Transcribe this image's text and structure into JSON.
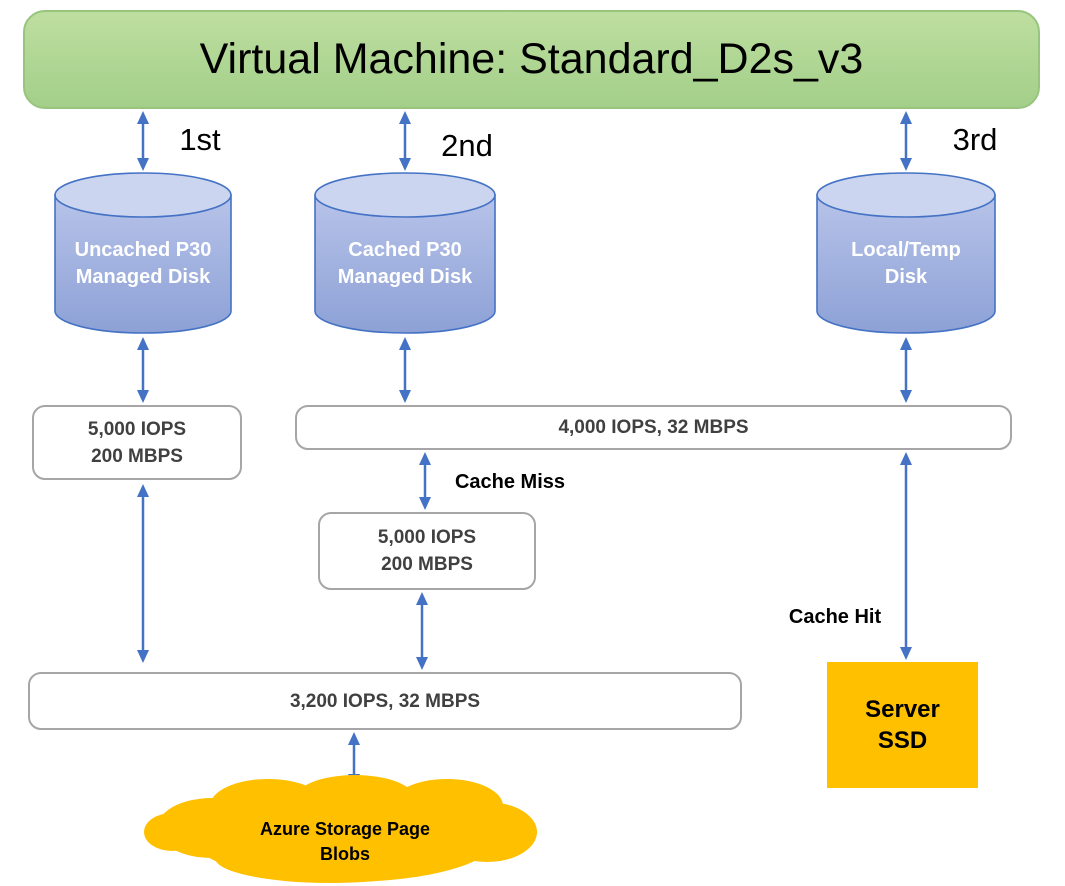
{
  "diagram": {
    "title": "Virtual Machine: Standard_D2s_v3",
    "order_labels": [
      "1st",
      "2nd",
      "3rd"
    ],
    "disks": [
      {
        "name": "uncached-p30-managed-disk",
        "lines": [
          "Uncached P30",
          "Managed Disk"
        ]
      },
      {
        "name": "cached-p30-managed-disk",
        "lines": [
          "Cached P30",
          "Managed Disk"
        ]
      },
      {
        "name": "local-temp-disk",
        "lines": [
          "Local/Temp",
          "Disk"
        ]
      }
    ],
    "perf_boxes": {
      "uncached_disk_limit": {
        "lines": [
          "5,000 IOPS",
          "200 MBPS"
        ]
      },
      "cached_local_limit": {
        "label": "4,000 IOPS, 32 MBPS"
      },
      "cache_miss_disk_limit": {
        "lines": [
          "5,000 IOPS",
          "200 MBPS"
        ]
      },
      "vm_uncached_limit": {
        "label": "3,200 IOPS, 32 MBPS"
      }
    },
    "annotations": {
      "cache_miss": "Cache Miss",
      "cache_hit": "Cache Hit"
    },
    "server_ssd": {
      "lines": [
        "Server",
        "SSD"
      ]
    },
    "cloud": {
      "lines": [
        "Azure Storage Page",
        "Blobs"
      ]
    },
    "colors": {
      "vm_green": "#A9D18E",
      "disk_fill_top": "#CCD5F0",
      "disk_fill_body": "#9AACDC",
      "disk_border": "#4472C4",
      "arrow_blue": "#4472C4",
      "perf_box_border": "#A6A6A6",
      "perf_box_text": "#404040",
      "storage_orange": "#FFC000"
    }
  }
}
